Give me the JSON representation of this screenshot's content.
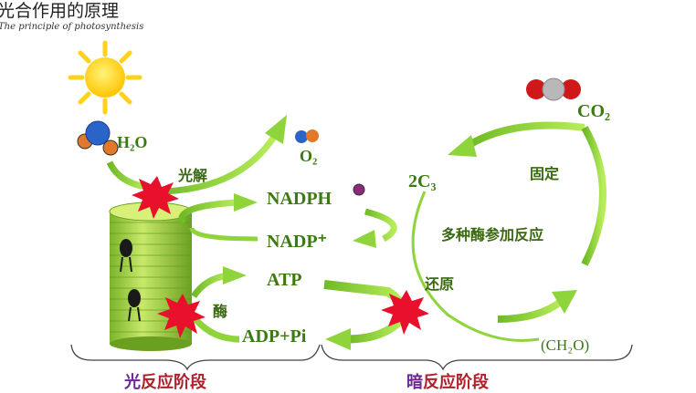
{
  "header": {
    "title": "光合作用的原理",
    "subtitle": "The principle of photosynthesis"
  },
  "labels": {
    "h2o": "H₂O",
    "o2": "O₂",
    "co2": "CO₂",
    "c3": "2C₃",
    "ch2o": "(CH₂O)",
    "nadph": "NADPH",
    "nadp": "NADP⁺",
    "atp": "ATP",
    "adp_pi": "ADP+Pi",
    "photolysis": "光解",
    "enzyme": "酶",
    "fixation": "固定",
    "enzymes_participate": "多种酶参加反应",
    "reduction": "还原"
  },
  "stages": {
    "light_prefix": "光",
    "light_rest": "反应阶段",
    "dark_prefix": "暗",
    "dark_rest": "反应阶段"
  },
  "colors": {
    "arrow_green": "#8fd43a",
    "text_green": "#3a7a10",
    "stage_red": "#b0202a",
    "stage_purple": "#6a2a90",
    "sun_yellow": "#ffd21a",
    "star_red": "#e8102a"
  }
}
